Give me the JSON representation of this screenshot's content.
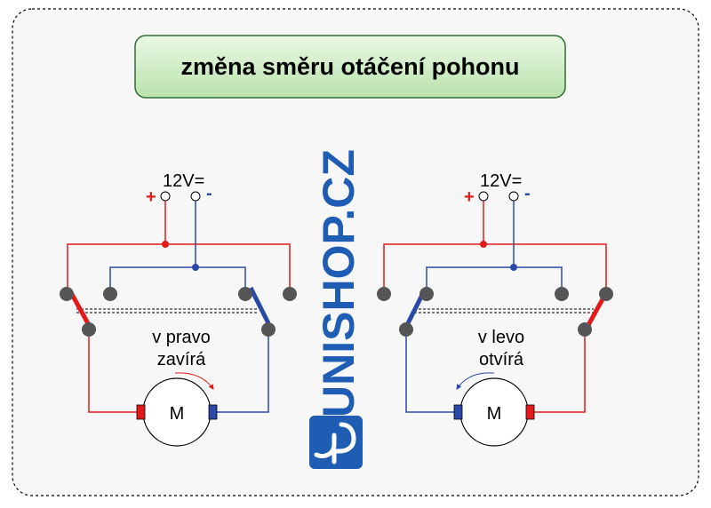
{
  "title": "změna směru otáčení pohonu",
  "brand": "UNISHOP.CZ",
  "colors": {
    "background": "#f7f7f7",
    "title_fill": "#c9ebbf",
    "positive": "#e31a1a",
    "negative": "#2b4aa8",
    "terminal": "#555555",
    "brand": "#1f5cb3"
  },
  "circuits": [
    {
      "id": "right",
      "supply_label": "12V=",
      "plus_label": "+",
      "minus_label": "-",
      "caption_line1": "v pravo",
      "caption_line2": "zavírá",
      "motor_label": "M",
      "rotation": "clockwise"
    },
    {
      "id": "left",
      "supply_label": "12V=",
      "plus_label": "+",
      "minus_label": "-",
      "caption_line1": "v levo",
      "caption_line2": "otvírá",
      "motor_label": "M",
      "rotation": "counterclockwise"
    }
  ]
}
